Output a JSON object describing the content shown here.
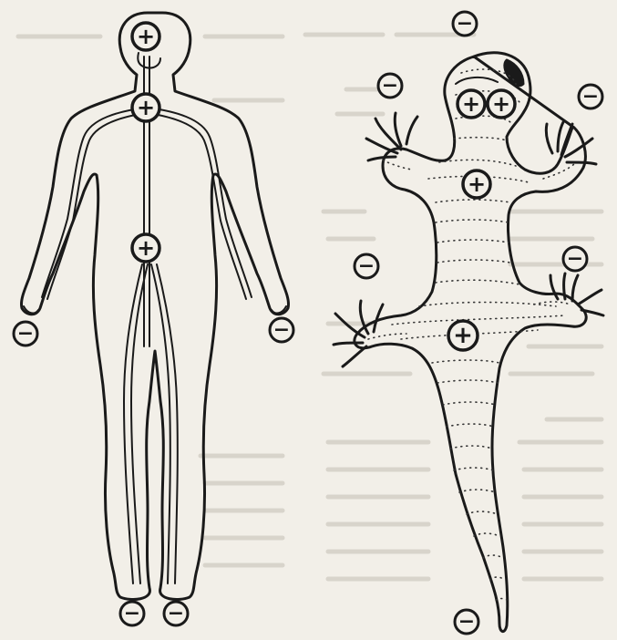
{
  "figure": {
    "panels": [
      {
        "id": "human",
        "subject": "human body outline with nerve pathways"
      },
      {
        "id": "salamander",
        "subject": "salamander outline with dotted pattern"
      }
    ]
  },
  "signs": {
    "positive": "+",
    "negative": "−"
  },
  "colors": {
    "background": "#f2efe8",
    "ink": "#1a1a1a",
    "faded_text": "#d8d4cb"
  }
}
